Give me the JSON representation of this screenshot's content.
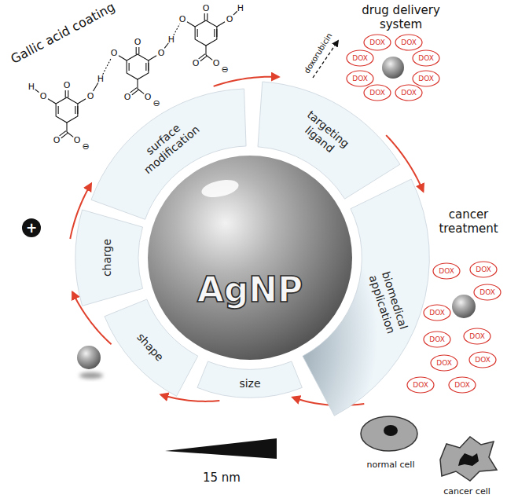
{
  "diagram": {
    "nodes": [
      {
        "text": [
          "AgNP"
        ]
      },
      {
        "text": [
          "surface modification"
        ]
      },
      {
        "text": [
          "targeting ligand"
        ]
      },
      {
        "text": [
          "biomedical application"
        ]
      },
      {
        "text": [
          "size"
        ]
      },
      {
        "text": [
          "shape"
        ]
      },
      {
        "text": [
          "charge"
        ]
      },
      {
        "text": [
          "DOX"
        ]
      },
      {
        "text": [
          "DOX"
        ]
      },
      {
        "text": [
          "DOX"
        ]
      },
      {
        "text": [
          "DOX"
        ]
      },
      {
        "text": [
          "DOX"
        ]
      },
      {
        "text": [
          "DOX"
        ]
      },
      {
        "text": [
          "DOX"
        ]
      },
      {
        "text": [
          "DOX"
        ]
      },
      {
        "text": [
          "DOX"
        ]
      },
      {
        "text": [
          "DOX"
        ]
      },
      {
        "text": [
          "DOX"
        ]
      },
      {
        "text": [
          "DOX"
        ]
      },
      {
        "text": [
          "DOX"
        ]
      },
      {
        "text": [
          "DOX"
        ]
      },
      {
        "text": [
          "DOX"
        ]
      },
      {
        "text": [
          "DOX"
        ]
      },
      {
        "text": [
          "DOX"
        ]
      },
      {
        "text": [
          "DOX"
        ]
      }
    ],
    "edges": [
      {
        "from": 1,
        "to": 2,
        "arrow": "to"
      },
      {
        "from": 2,
        "to": 3,
        "arrow": "to"
      },
      {
        "from": 3,
        "to": 4,
        "arrow": "to"
      },
      {
        "from": 4,
        "to": 5,
        "arrow": "to"
      },
      {
        "from": 5,
        "to": 6,
        "arrow": "to"
      },
      {
        "from": 6,
        "to": 1,
        "arrow": "to"
      }
    ],
    "labels": [
      "Gallic acid coating",
      "drug delivery system",
      "doxorubicin",
      "cancer treatment",
      "normal cell",
      "cancer cell",
      "15 nm",
      "+",
      "O",
      "O",
      "O",
      "O",
      "O",
      "⊖",
      "O",
      "O",
      "O",
      "O",
      "O",
      "⊖",
      "O",
      "O",
      "O",
      "O",
      "O",
      "⊖",
      "H",
      "H",
      "H",
      "H"
    ]
  }
}
